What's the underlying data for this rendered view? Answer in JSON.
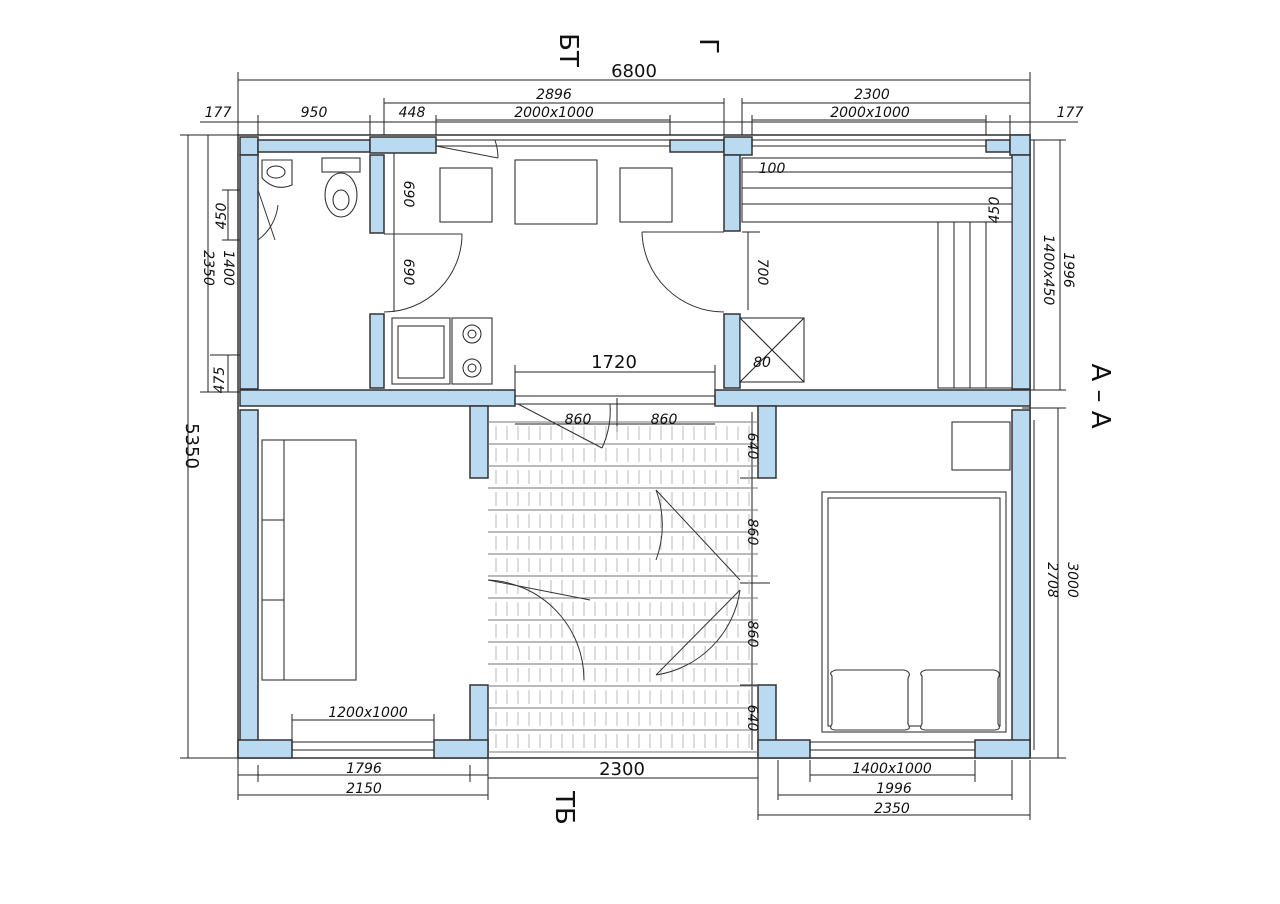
{
  "section_labels": {
    "top_left": "БТ",
    "top_right": "Г",
    "right": "А – А",
    "bottom": "ТБ"
  },
  "dimensions": {
    "overall_width": "6800",
    "overall_depth": "5350",
    "wall_left": "177",
    "wall_right": "177",
    "bath_width": "950",
    "kitchen_span": "2896",
    "kitchen_offset": "448",
    "kitchen_window": "2000x1000",
    "right_span": "2300",
    "right_window": "2000x1000",
    "sauna_bench_gap": "100",
    "opening_center": "1720",
    "door_left": "860",
    "door_right": "860",
    "left_height": "2350",
    "bath_depth": "1400",
    "bath_window": "450",
    "lower_left": "475",
    "kitchen_door_upper": "690",
    "kitchen_door_lower": "690",
    "sauna_door": "700",
    "stove_80": "80",
    "sauna_window": "450",
    "sauna_bench": "1400x450",
    "sauna_depth": "1996",
    "terrace_side_top": "640",
    "terrace_door_upper": "860",
    "terrace_door_lower": "860",
    "terrace_side_bottom": "640",
    "bedroom_depth": "3000",
    "bedroom_inner": "2708",
    "living_window": "1200x1000",
    "living_inner": "1796",
    "living_width": "2150",
    "terrace_width": "2300",
    "bedroom_window": "1400x1000",
    "bedroom_inner_width": "1996",
    "bedroom_width": "2350"
  },
  "colors": {
    "wall_fill": "#b9daf0",
    "line": "#222222"
  }
}
